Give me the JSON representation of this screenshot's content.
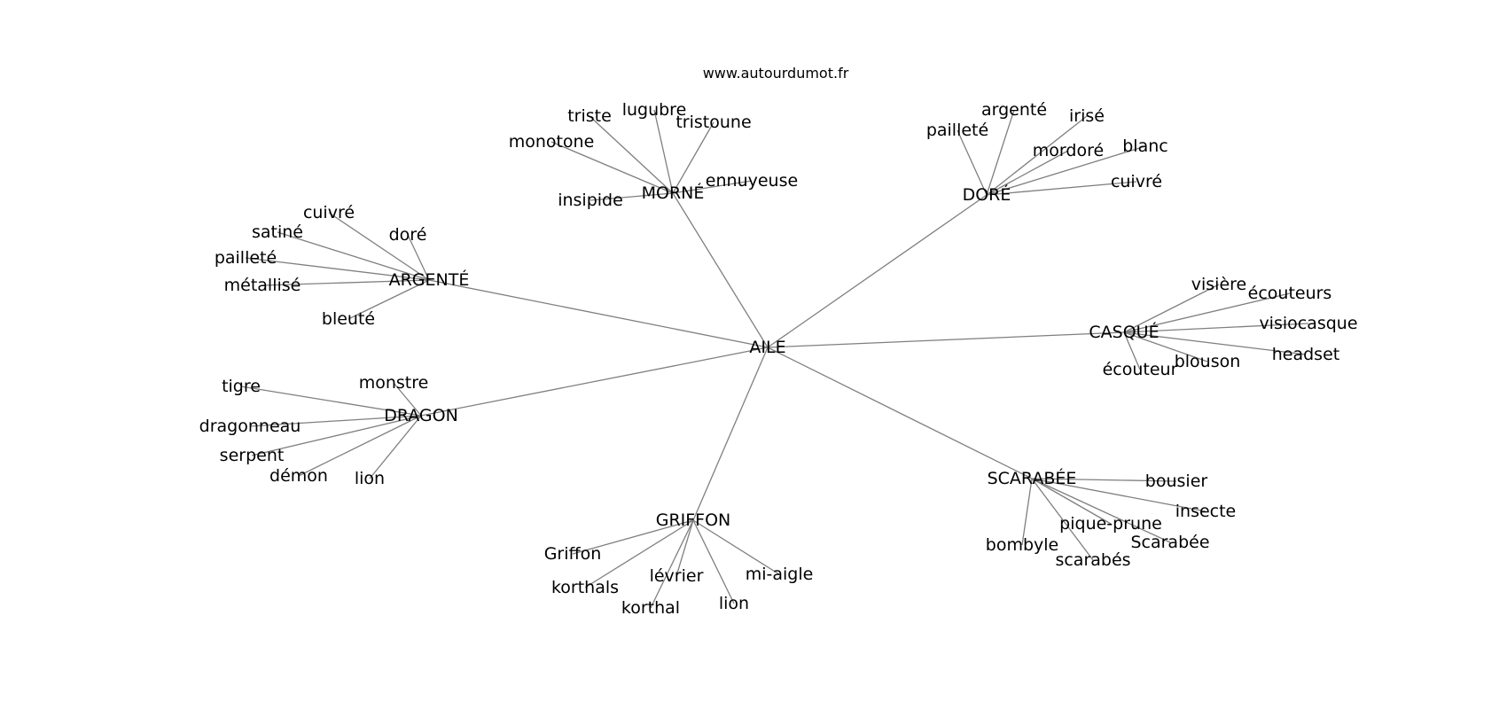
{
  "source": "www.autourdumot.fr",
  "center": "AILE",
  "clusters": [
    {
      "label": "MORNÉ",
      "words": [
        "triste",
        "lugubre",
        "tristoune",
        "monotone",
        "ennuyeuse",
        "insipide"
      ]
    },
    {
      "label": "DORÉ",
      "words": [
        "argenté",
        "pailleté",
        "irisé",
        "mordoré",
        "blanc",
        "cuivré"
      ]
    },
    {
      "label": "ARGENTÉ",
      "words": [
        "cuivré",
        "satiné",
        "doré",
        "pailleté",
        "métallisé",
        "bleuté"
      ]
    },
    {
      "label": "CASQUÉ",
      "words": [
        "visière",
        "écouteurs",
        "visiocasque",
        "headset",
        "blouson",
        "écouteur"
      ]
    },
    {
      "label": "DRAGON",
      "words": [
        "monstre",
        "tigre",
        "dragonneau",
        "serpent",
        "démon",
        "lion"
      ]
    },
    {
      "label": "SCARABÉE",
      "words": [
        "bousier",
        "insecte",
        "pique-prune",
        "Scarabée",
        "bombyle",
        "scarabés"
      ]
    },
    {
      "label": "GRIFFON",
      "words": [
        "Griffon",
        "korthals",
        "lévrier",
        "mi-aigle",
        "korthal",
        "lion"
      ]
    }
  ]
}
